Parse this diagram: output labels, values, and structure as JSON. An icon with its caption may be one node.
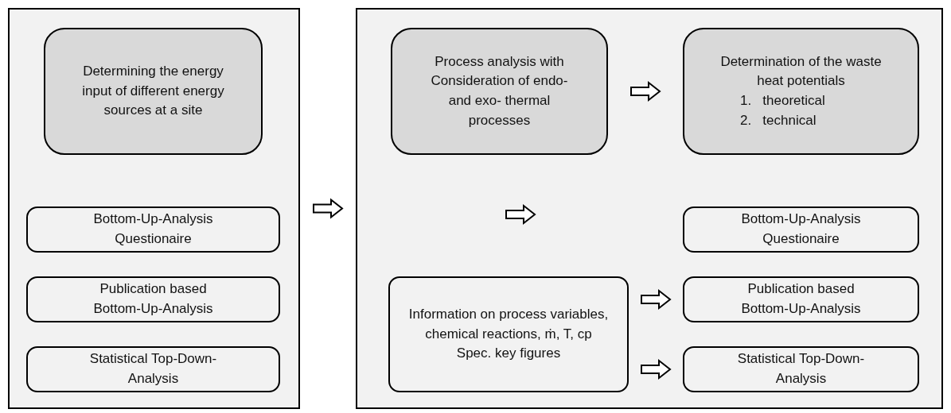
{
  "diagram": {
    "nodes": [
      {
        "text": [],
        "shape": "box"
      },
      {
        "text": [
          "Determining the energy input of different energy sources at a site"
        ],
        "in": 0
      },
      {
        "text": [
          "Bottom-Up-Analysis Questionaire"
        ],
        "in": 0
      },
      {
        "text": [
          "Publication based Bottom-Up-Analysis"
        ],
        "in": 0
      },
      {
        "text": [
          "Statistical Top-Down-Analysis"
        ],
        "in": 0
      },
      {
        "text": [],
        "shape": "box"
      },
      {
        "text": [
          "Process analysis with Consideration of endo- and exo- thermal processes"
        ],
        "in": 5
      },
      {
        "text": [
          "Determination of the waste heat potentials",
          "1.   theoretical",
          "2.   technical"
        ],
        "in": 5
      },
      {
        "text": [
          "Bottom-Up-Analysis Questionaire"
        ],
        "in": 5
      },
      {
        "text": [
          "Publication based Bottom-Up-Analysis"
        ],
        "in": 5
      },
      {
        "text": [
          "Statistical Top-Down-Analysis"
        ],
        "in": 5
      },
      {
        "text": [
          "Information on process variables, chemical reactions, ṁ, T, cp",
          "Spec. key figures"
        ],
        "in": 5
      }
    ],
    "edges": [
      {
        "from": 0,
        "to": 5,
        "arrow": "to"
      },
      {
        "from": 6,
        "to": 7,
        "arrow": "to"
      },
      {
        "from": 11,
        "to": 9,
        "arrow": "to"
      },
      {
        "from": 11,
        "to": 10,
        "arrow": "to"
      }
    ]
  }
}
